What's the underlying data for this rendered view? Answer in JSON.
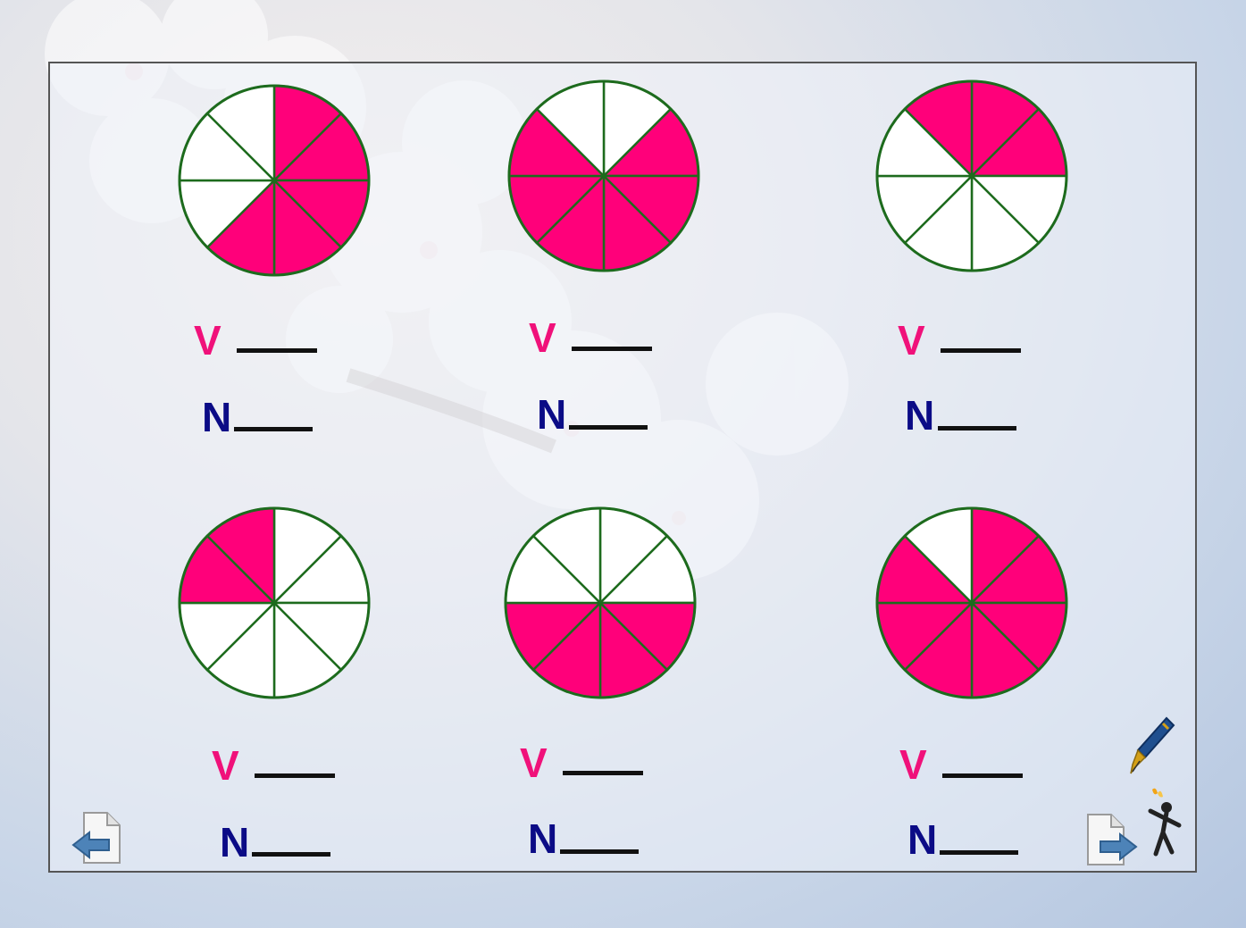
{
  "colors": {
    "filled": "#ff007a",
    "empty": "#ffffff",
    "outline": "#1d6b1d",
    "vowel": "#f0117a",
    "numerator": "#0b0b86"
  },
  "pies": [
    {
      "id": "pie-1",
      "slices": 8,
      "filled": [
        0,
        1,
        2,
        3,
        4
      ],
      "v_label": "V",
      "n_label": "N"
    },
    {
      "id": "pie-2",
      "slices": 8,
      "filled": [
        1,
        2,
        3,
        4,
        5,
        6
      ],
      "v_label": "V",
      "n_label": "N"
    },
    {
      "id": "pie-3",
      "slices": 8,
      "filled": [
        0,
        1,
        7
      ],
      "v_label": "V",
      "n_label": "N"
    },
    {
      "id": "pie-4",
      "slices": 8,
      "filled": [
        6,
        7
      ],
      "v_label": "V",
      "n_label": "N"
    },
    {
      "id": "pie-5",
      "slices": 8,
      "filled": [
        2,
        3,
        4,
        5
      ],
      "v_label": "V",
      "n_label": "N"
    },
    {
      "id": "pie-6",
      "slices": 8,
      "filled": [
        0,
        1,
        2,
        3,
        4,
        5,
        6
      ],
      "v_label": "V",
      "n_label": "N"
    }
  ],
  "nav": {
    "back_icon": "back-arrow-page-icon",
    "forward_icon": "forward-arrow-page-icon",
    "pen_icon": "fountain-pen-icon",
    "figure_icon": "running-figure-icon"
  }
}
